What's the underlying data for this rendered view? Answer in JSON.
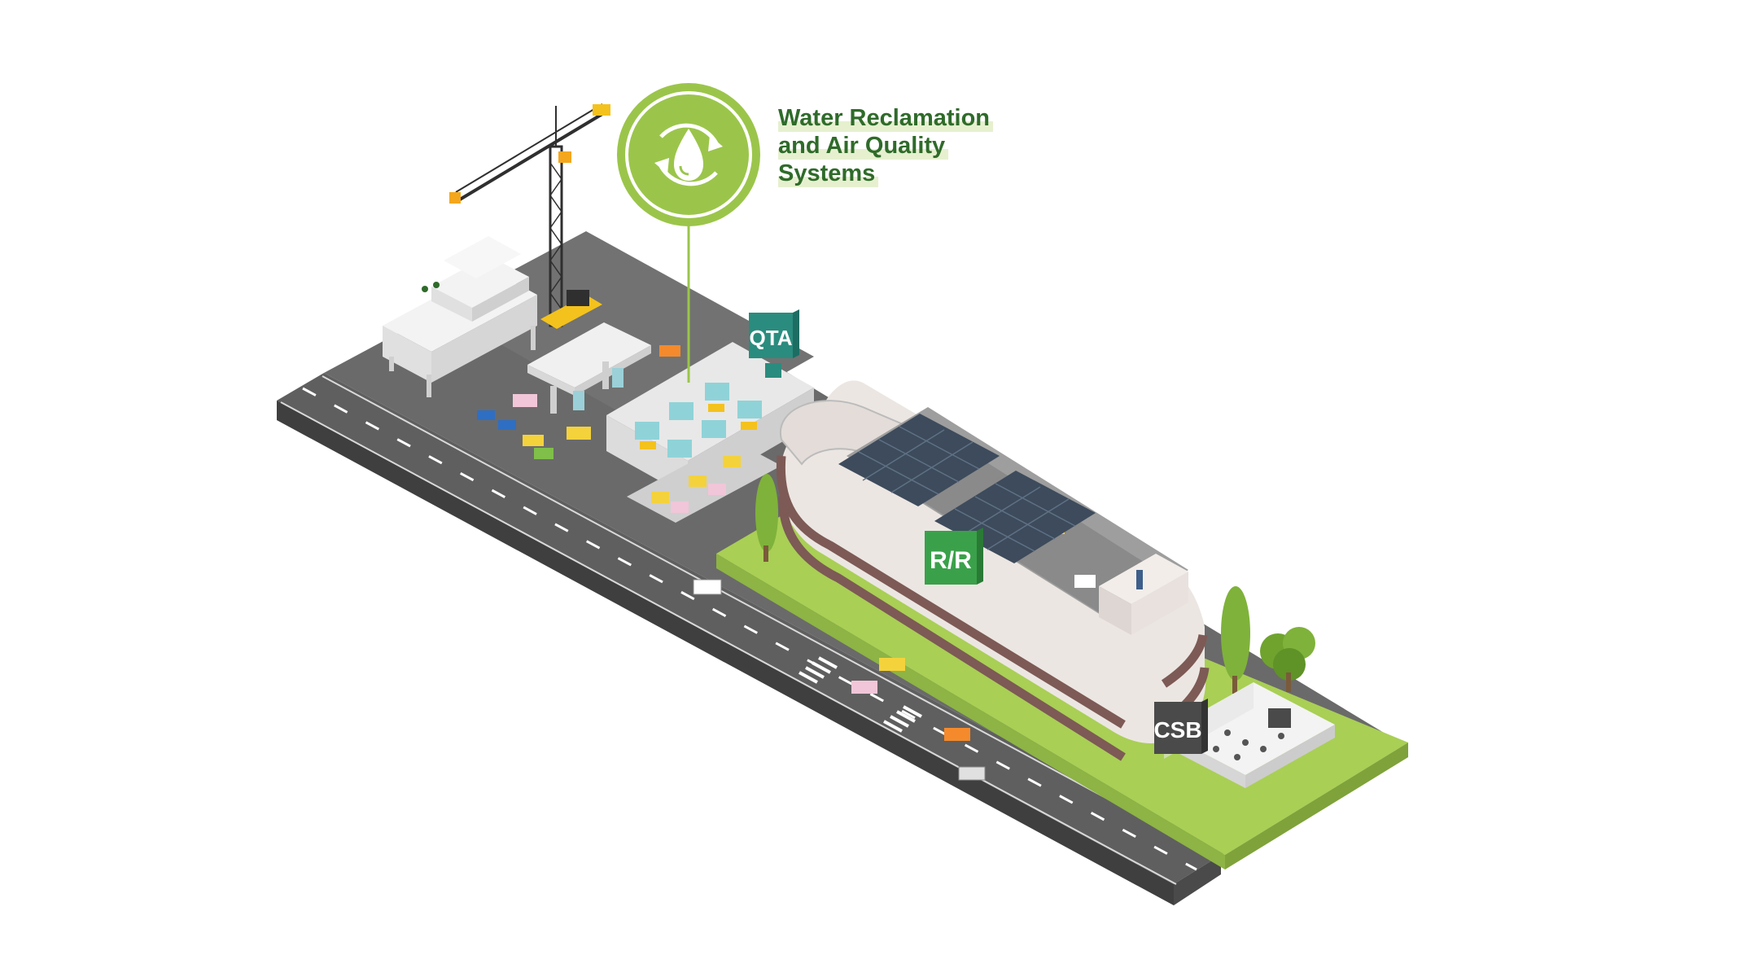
{
  "callout": {
    "line1": "Water Reclamation",
    "line2": "and Air Quality",
    "line3": "Systems",
    "icon": "water-recycle-icon",
    "accent_color": "#9bc54a",
    "text_color": "#2f6b2a"
  },
  "signs": {
    "qta": "QTA",
    "rr": "R/R",
    "csb": "CSB"
  },
  "colors": {
    "road": "#5f5f5f",
    "road_edge": "#444444",
    "grass": "#a9cf55",
    "building": "#ece6e2",
    "building_dark": "#7d5a55",
    "solar": "#3d4b5c",
    "qta_sign": "#2a8c7e",
    "rr_sign": "#3aa14a",
    "csb_sign": "#4a4a4a"
  }
}
